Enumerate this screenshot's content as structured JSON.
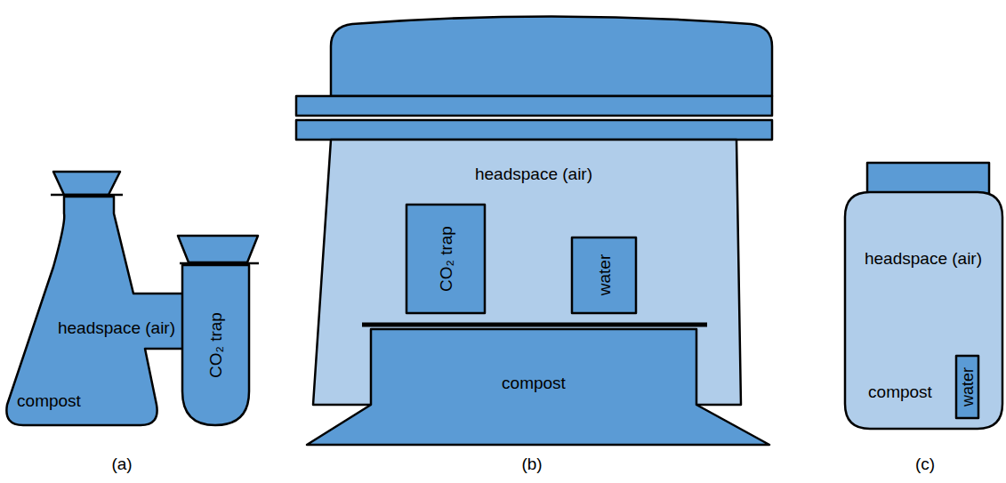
{
  "diagram": {
    "nodes": [
      {
        "text": [
          "headspace (air)",
          "compost"
        ]
      },
      {
        "text": [
          "CO₂ trap"
        ]
      },
      {
        "text": [
          "headspace (air)"
        ]
      },
      {
        "text": [
          "CO₂ trap"
        ],
        "in": 2
      },
      {
        "text": [
          "water"
        ],
        "in": 2
      },
      {
        "text": [
          "compost"
        ]
      },
      {
        "text": [
          "headspace (air)",
          "compost"
        ]
      },
      {
        "text": [
          "water"
        ],
        "in": 6
      }
    ],
    "labels": [
      "(a)",
      "(b)",
      "(c)"
    ]
  }
}
